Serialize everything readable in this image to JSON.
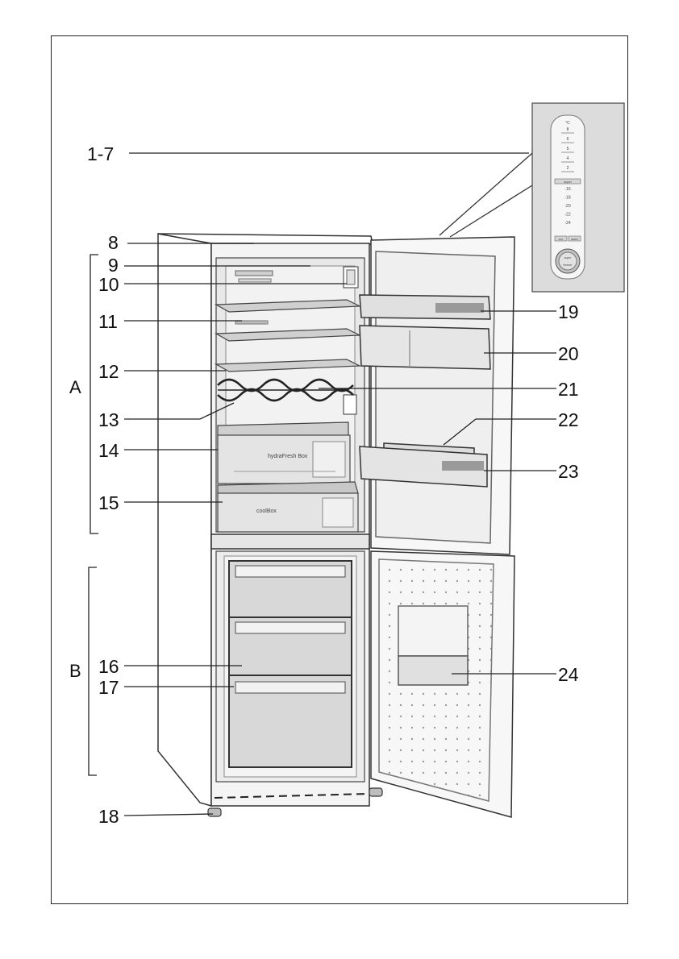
{
  "callouts_left": [
    {
      "id": "1-7",
      "text": "1-7"
    },
    {
      "id": "8",
      "text": "8"
    },
    {
      "id": "9",
      "text": "9"
    },
    {
      "id": "10",
      "text": "10"
    },
    {
      "id": "11",
      "text": "11"
    },
    {
      "id": "12",
      "text": "12"
    },
    {
      "id": "13",
      "text": "13"
    },
    {
      "id": "14",
      "text": "14"
    },
    {
      "id": "15",
      "text": "15"
    },
    {
      "id": "16",
      "text": "16"
    },
    {
      "id": "17",
      "text": "17"
    },
    {
      "id": "18",
      "text": "18"
    }
  ],
  "callouts_right": [
    {
      "id": "19",
      "text": "19"
    },
    {
      "id": "20",
      "text": "20"
    },
    {
      "id": "21",
      "text": "21"
    },
    {
      "id": "22",
      "text": "22"
    },
    {
      "id": "23",
      "text": "23"
    },
    {
      "id": "24",
      "text": "24"
    }
  ],
  "sections": {
    "a": "A",
    "b": "B"
  },
  "control_panel": {
    "unit": "°C",
    "fridge_scale": [
      "8",
      "6",
      "5",
      "4",
      "2"
    ],
    "mode_btn": "super",
    "freezer_scale": [
      "-16",
      "-18",
      "-20",
      "-22",
      "-24"
    ],
    "small_btns": [
      "eco",
      "alarm"
    ],
    "knob_top": "super",
    "knob_bottom": "freezer"
  },
  "drawer_labels": {
    "box14": "hydraFresh Box",
    "box15": "coolBox"
  }
}
